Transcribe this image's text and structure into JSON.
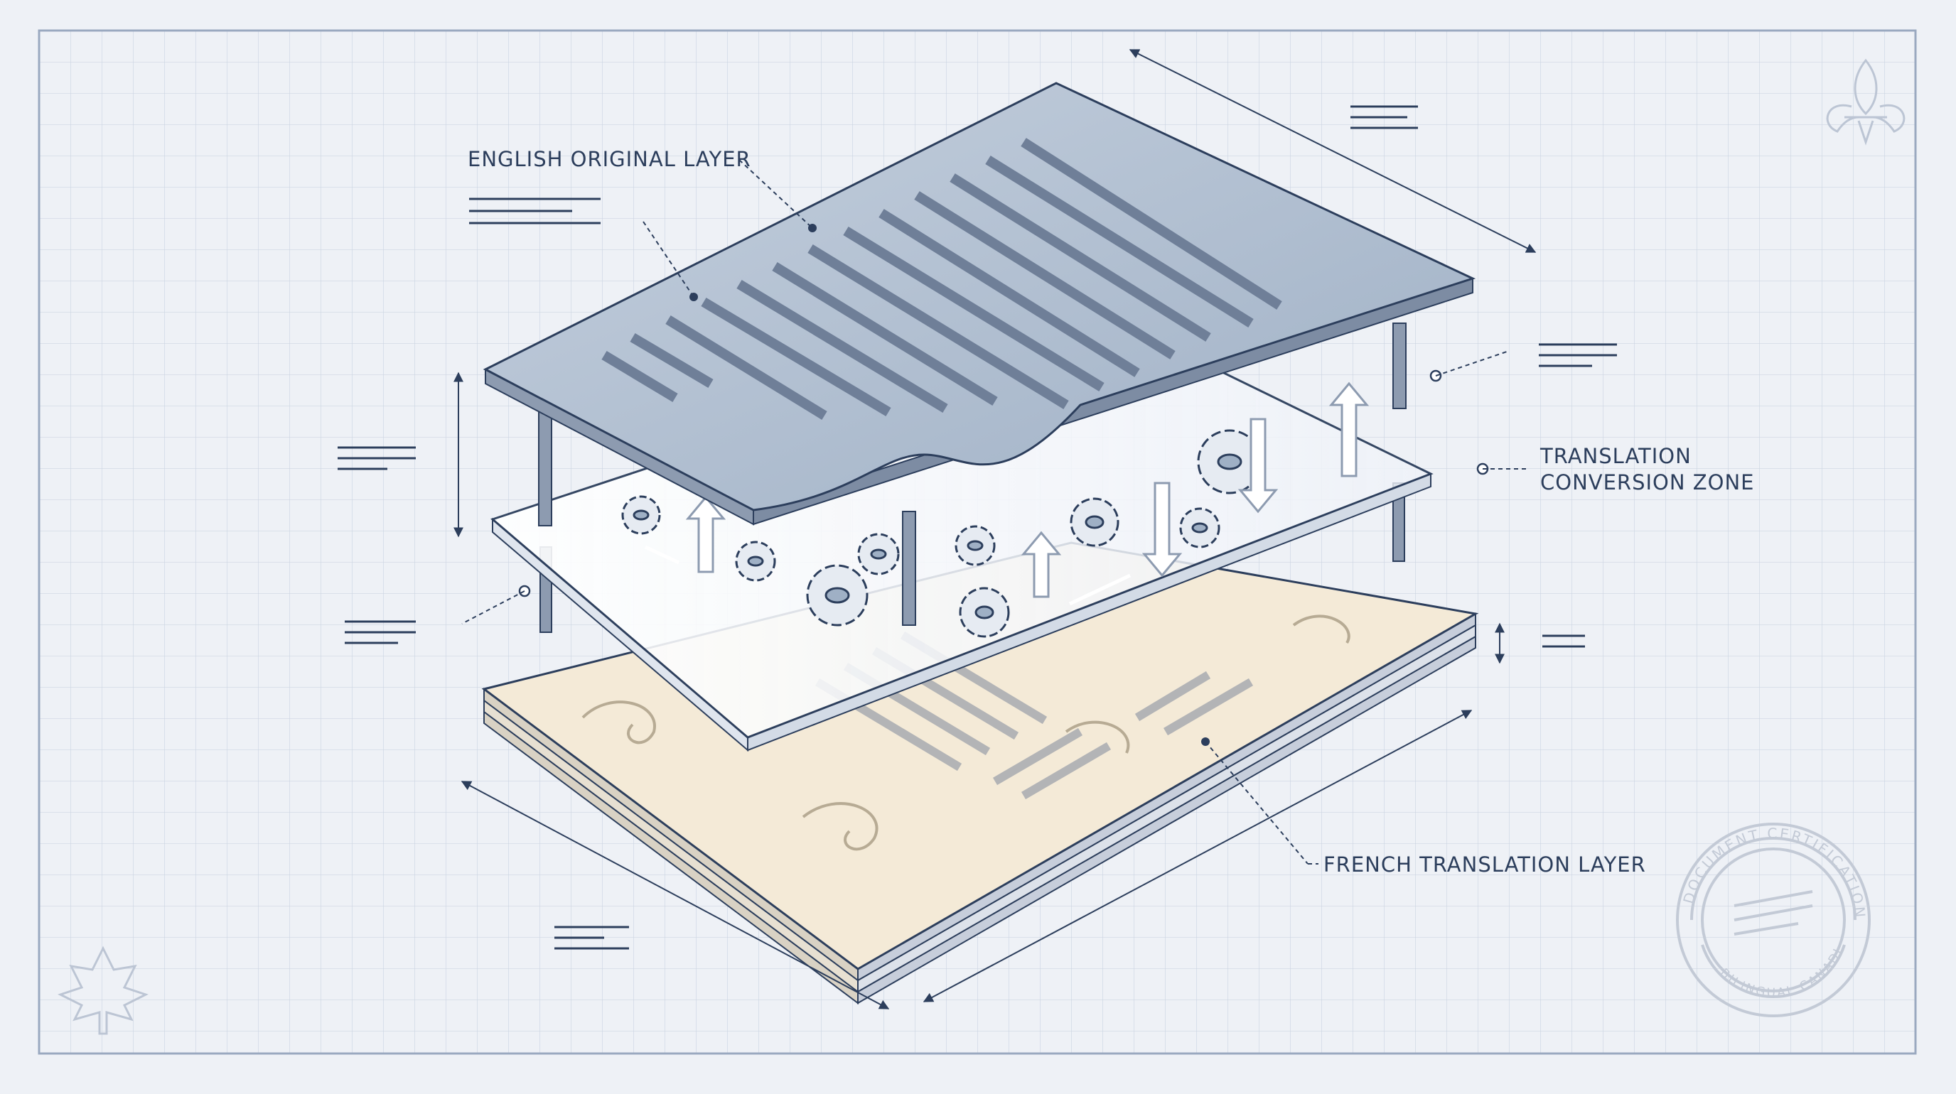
{
  "labels": {
    "english_layer": "ENGLISH ORIGINAL LAYER",
    "conversion_line1": "TRANSLATION",
    "conversion_line2": "CONVERSION ZONE",
    "french_layer": "FRENCH TRANSLATION LAYER"
  },
  "stamp": {
    "top_text": "DOCUMENT CERTIFICATION",
    "bottom_text": "BILINGUAL CANADIAN"
  },
  "icons": [
    "fleur-de-lis-icon",
    "maple-leaf-icon",
    "gear-icon",
    "arrow-icon"
  ],
  "colors": {
    "background": "#eef1f6",
    "grid_line": "#c9d2e0",
    "ink": "#2c3e5c",
    "english_sheet": "#b4c1d3",
    "french_sheet": "#f4ead7",
    "conversion_glass": "#f7f9fc"
  }
}
